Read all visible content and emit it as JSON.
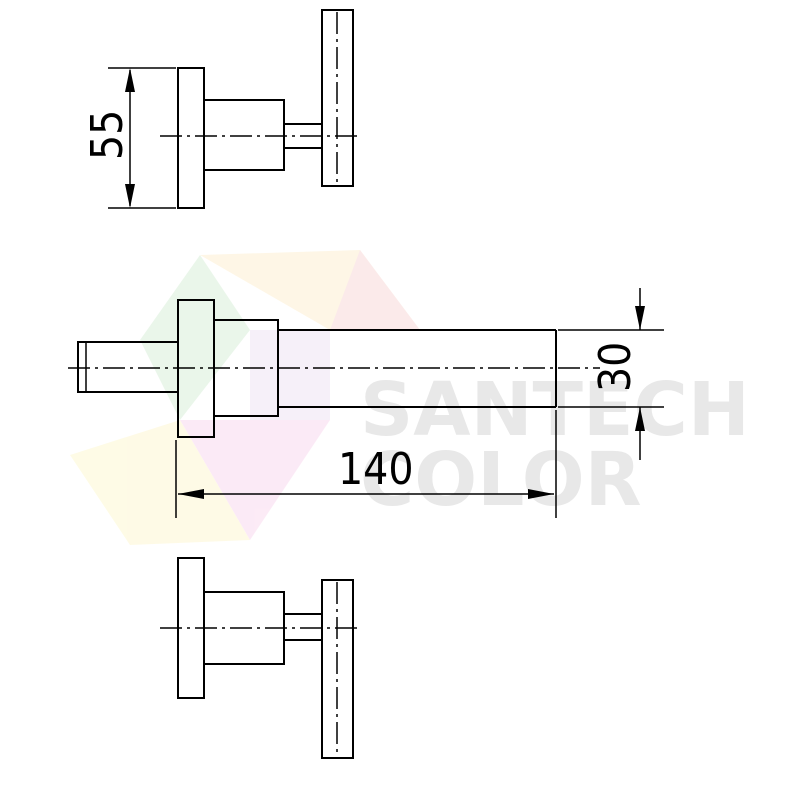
{
  "watermark": {
    "line1": "SANTECH",
    "line2": "COLOR",
    "colors": [
      "#f6c6c6",
      "#c6e6c6",
      "#fde7b8",
      "#c6d6f0"
    ]
  },
  "dimensions": {
    "height_label": "55",
    "diameter_label": "30",
    "length_label": "140"
  },
  "line_color": "#000000"
}
